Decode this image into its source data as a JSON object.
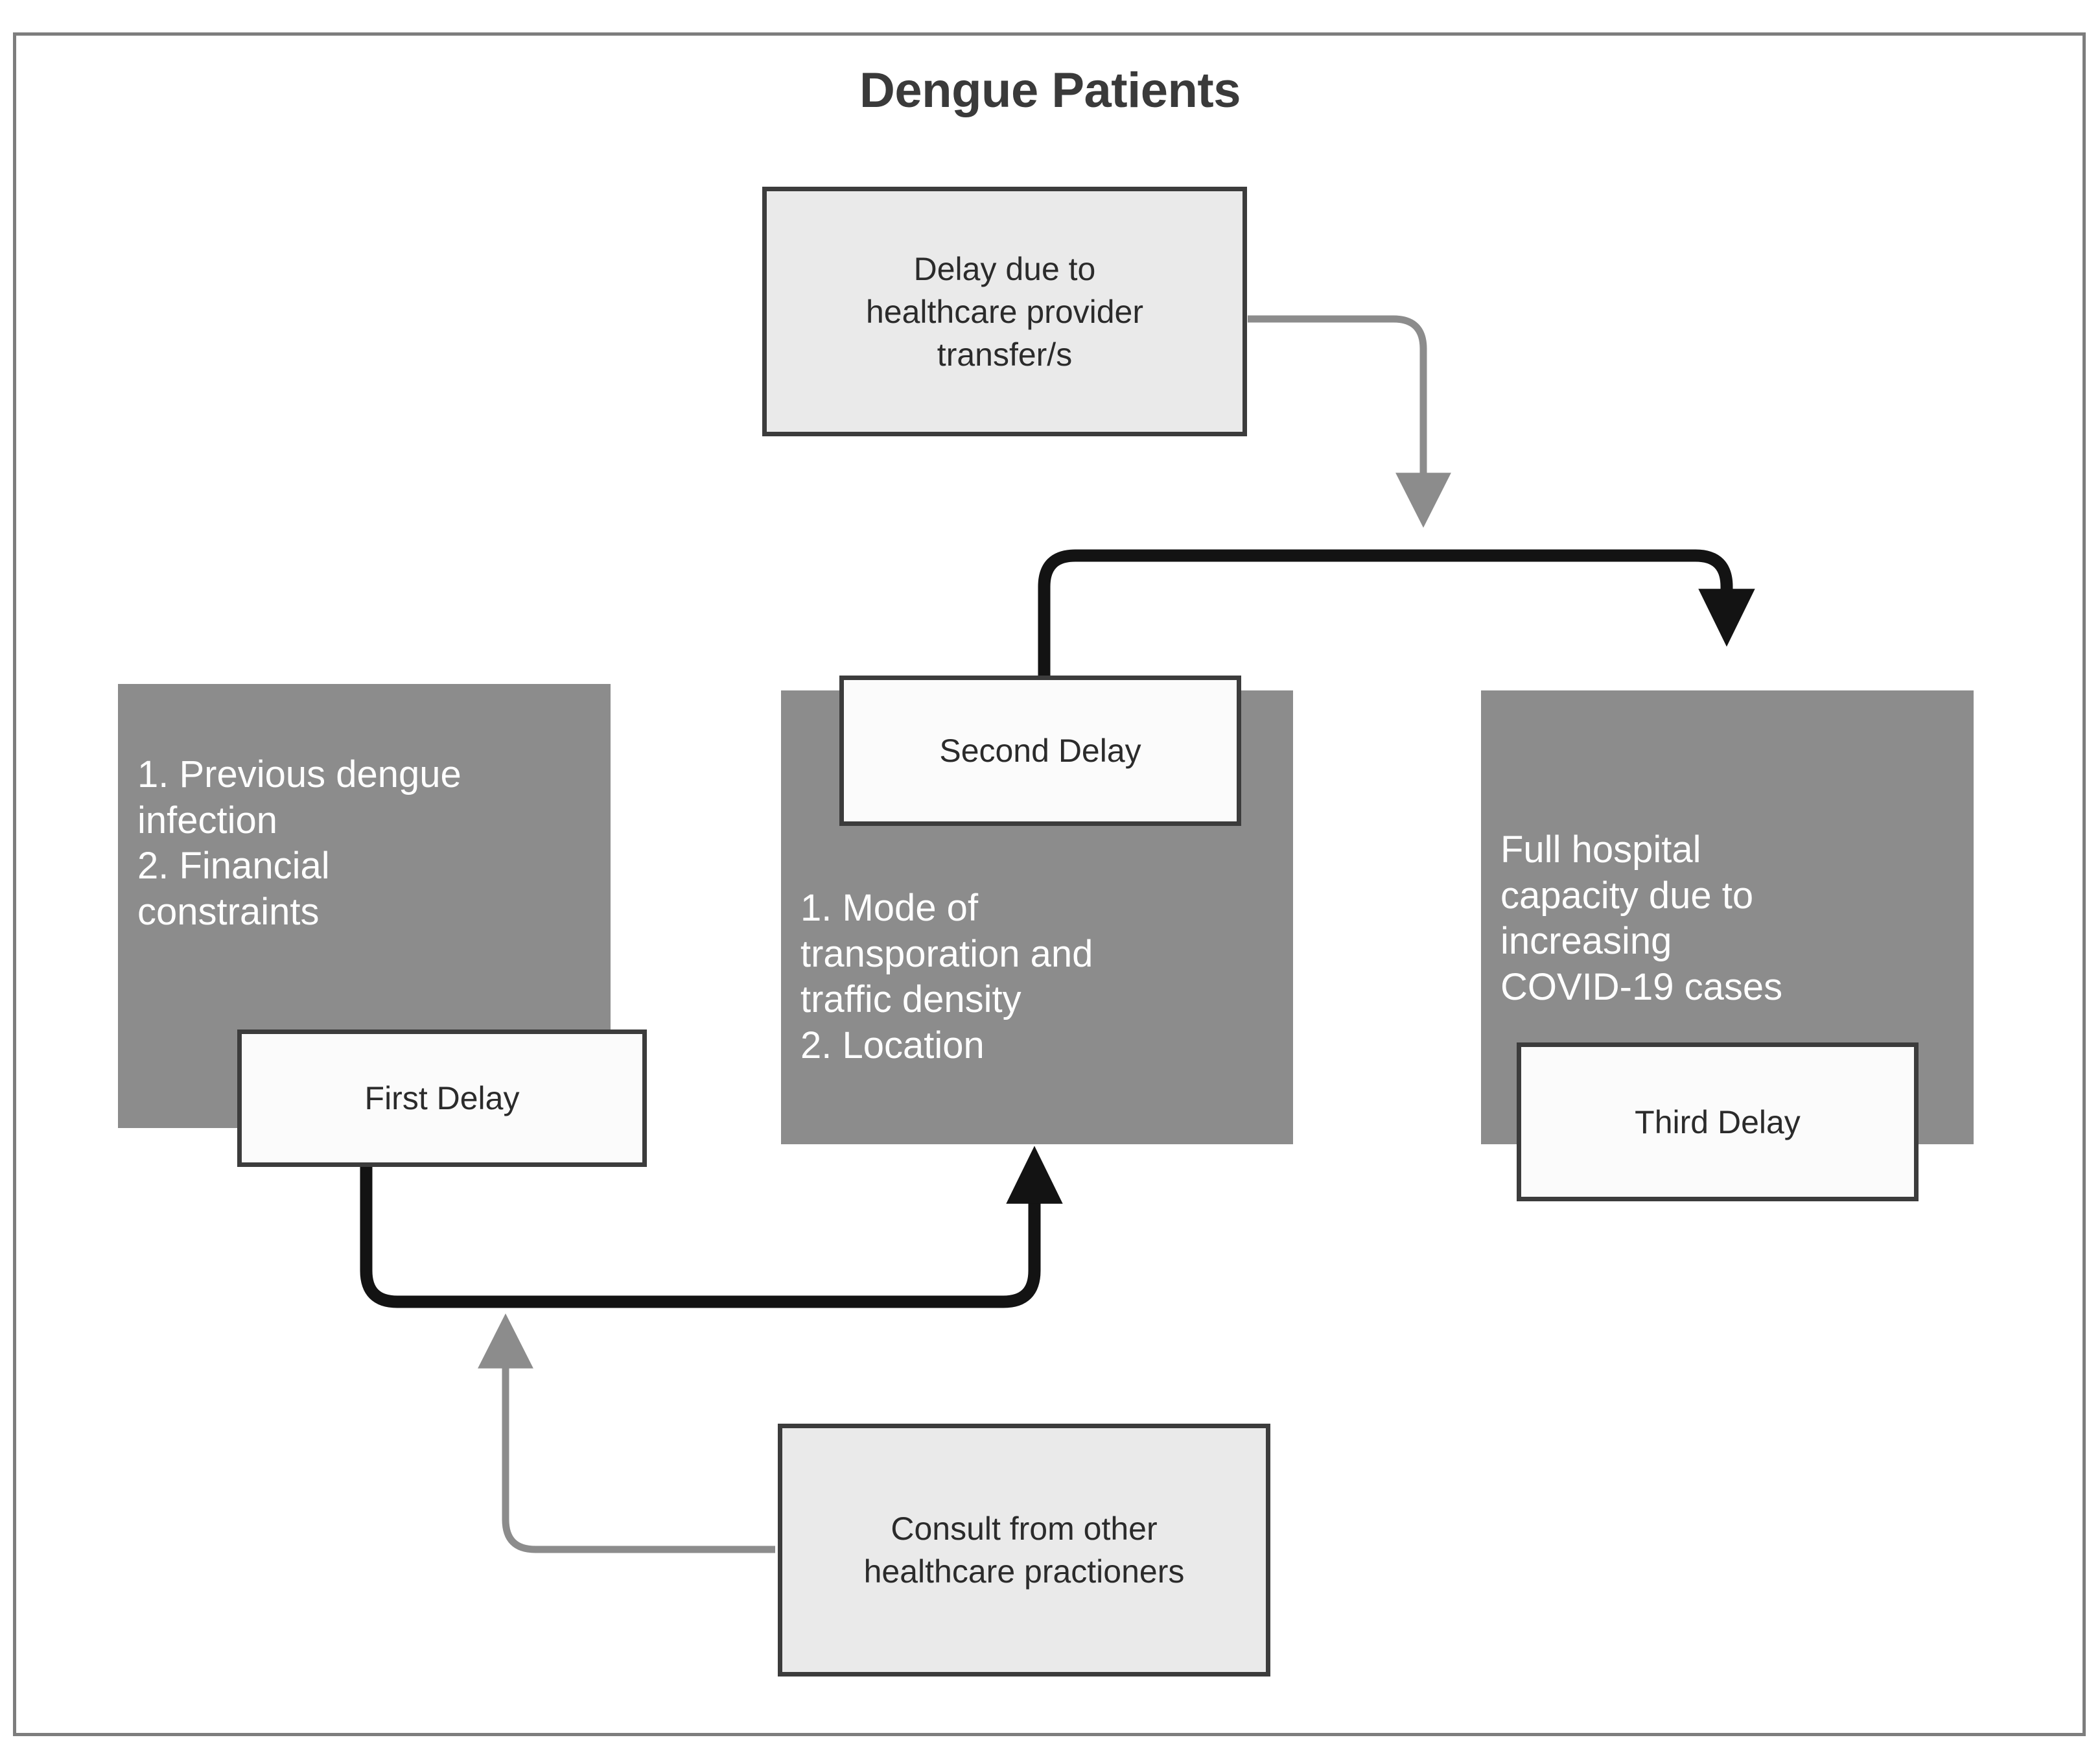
{
  "diagram": {
    "title": "Dengue Patients",
    "frame_border_color": "#7d7d7d",
    "light_box_fill": "#eaeaea",
    "gray_box_fill": "#8c8c8c",
    "white_box_fill": "#fbfbfb",
    "dark_stroke": "#1a1a1a",
    "gray_stroke": "#8c8c8c"
  },
  "nodes": {
    "top_note": "Delay due to\nhealthcare provider\ntransfer/s",
    "bottom_note": "Consult from other\nhealthcare practioners",
    "first_factors": "1. Previous dengue\ninfection\n2. Financial\nconstraints",
    "second_factors": "1. Mode of\ntransporation and\ntraffic density\n2. Location",
    "third_factors": "Full hospital\ncapacity due to\nincreasing\nCOVID-19 cases",
    "first_delay": "First Delay",
    "second_delay": "Second Delay",
    "third_delay": "Third Delay"
  },
  "edges": [
    {
      "id": "top-note-to-main-path",
      "style": "thin-gray-arrow",
      "from": "top_note",
      "to": "main_path"
    },
    {
      "id": "second-delay-to-third-delay",
      "style": "thick-black-arrow",
      "from": "second_delay",
      "to": "third_factors"
    },
    {
      "id": "first-delay-to-second-delay",
      "style": "thick-black-arrow",
      "from": "first_delay",
      "to": "second_factors"
    },
    {
      "id": "bottom-note-to-first-path",
      "style": "thin-gray-arrow",
      "from": "bottom_note",
      "to": "first_path"
    }
  ]
}
